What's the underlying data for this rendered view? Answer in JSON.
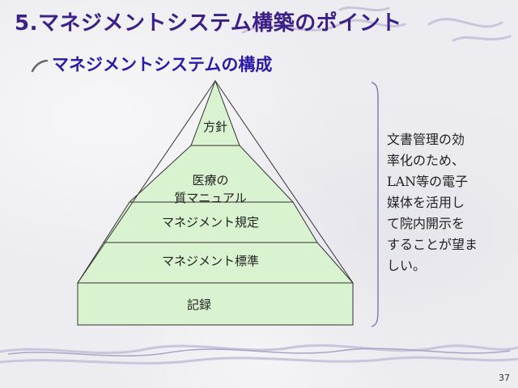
{
  "slide": {
    "title": "5.マネジメントシステム構築のポイント",
    "subtitle": "マネジメントシステムの構成",
    "page_number": "37"
  },
  "pyramid": {
    "levels": [
      "方針",
      "医療の\n質マニュアル",
      "マネジメント規定",
      "マネジメント標準",
      "記録"
    ]
  },
  "note": {
    "lines": [
      "文書管理の効",
      "率化のため、",
      "LAN等の電子",
      "媒体を活用し",
      "て院内開示を",
      "することが望ま",
      "しい。"
    ]
  },
  "colors": {
    "title": "#3c2087",
    "subtitle": "#2a1aa8",
    "pyramid_fill": "#d9f2cf",
    "pyramid_stroke": "#333333",
    "brace": "#8080b0"
  }
}
